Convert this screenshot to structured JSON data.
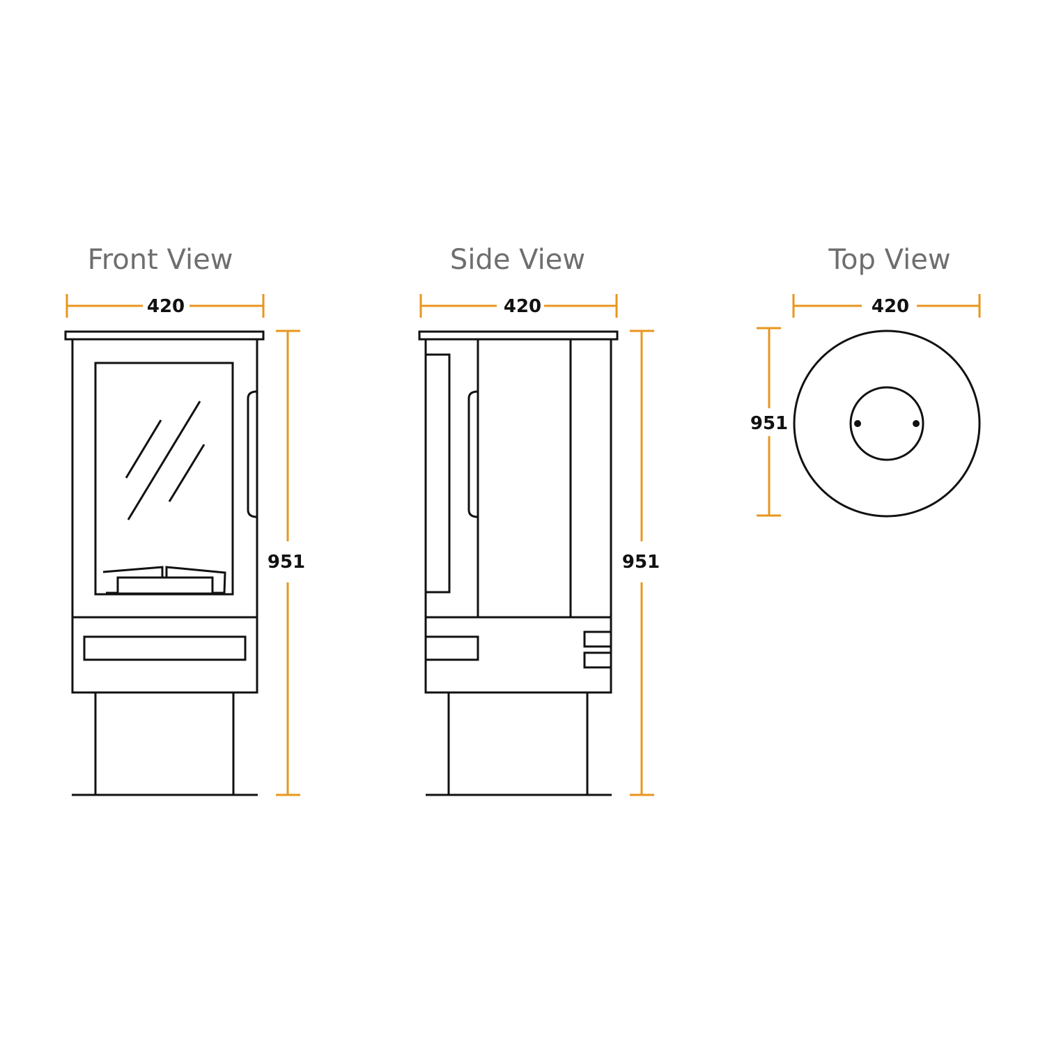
{
  "views": {
    "front": {
      "title": "Front View",
      "width": "420",
      "height": "951"
    },
    "side": {
      "title": "Side View",
      "width": "420",
      "height": "951"
    },
    "top": {
      "title": "Top View",
      "width": "420",
      "height": "951"
    }
  },
  "colors": {
    "dimension": "#E8961E",
    "outline": "#111111",
    "title": "#6e6e6e"
  }
}
